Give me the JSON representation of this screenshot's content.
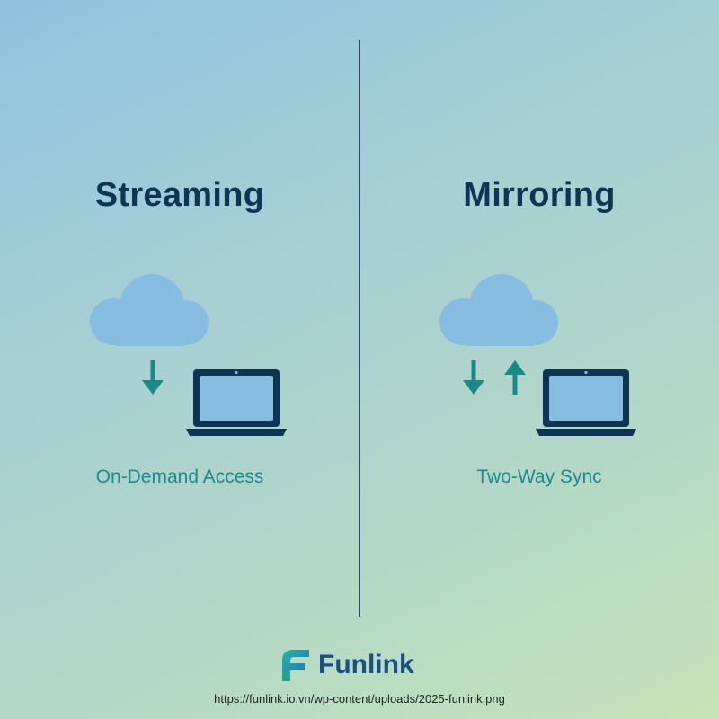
{
  "left_panel": {
    "title": "Streaming",
    "caption": "On-Demand Access",
    "icons": [
      "cloud-icon",
      "arrow-down-icon",
      "laptop-icon"
    ]
  },
  "right_panel": {
    "title": "Mirroring",
    "caption": "Two-Way Sync",
    "icons": [
      "cloud-icon",
      "arrow-down-icon",
      "arrow-up-icon",
      "laptop-icon"
    ]
  },
  "brand": {
    "name": "Funlink",
    "logo": "funlink-logo-icon"
  },
  "source_url": "https://funlink.io.vn/wp-content/uploads/2025-funlink.png",
  "colors": {
    "title": "#0e3553",
    "caption": "#1d8a8f",
    "cloud": "#86bde0",
    "arrow": "#1a8a86",
    "laptop": "#0e3553",
    "screen": "#86bde0",
    "brand_text": "#1c4f86"
  }
}
